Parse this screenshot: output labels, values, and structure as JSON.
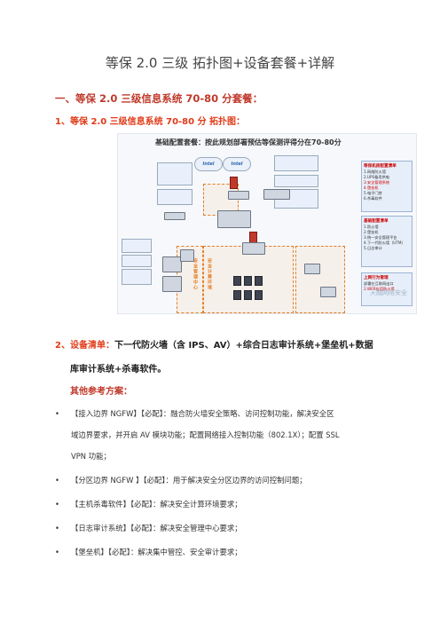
{
  "doc": {
    "title": "等保 2.0  三级  拓扑图+设备套餐+详解",
    "section1": "一、等保 2.0 三级信息系统  70-80  分套餐：",
    "section1_1": "1、等保 2.0  三级信息系统  70-80 分  拓扑图：",
    "section2_head": "2、设备清单：",
    "section2_rest": "下一代防火墙（含 IPS、AV）+综合日志审计系统+堡垒机+数据",
    "section2_cont": "库审计系统+杀毒软件。",
    "other_plans": "其他参考方案：",
    "bullets": [
      {
        "line1": "【接入边界 NGFW】【必配】：融合防火墙安全策略、访问控制功能，解决安全区",
        "line2": "域边界要求，并开启 AV 模块功能；配置网络接入控制功能（802.1X）；配置 SSL",
        "line3": "VPN 功能；"
      },
      {
        "line1": "【分区边界 NGFW 】【必配】：用于解决安全分区边界的访问控制问题；"
      },
      {
        "line1": "【主机杀毒软件】【必配】：解决安全计算环境要求；"
      },
      {
        "line1": "【日志审计系统】【必配】：解决安全管理中心要求；"
      },
      {
        "line1": "【堡垒机】【必配】：解决集中管控、安全审计要求；"
      }
    ]
  },
  "figure": {
    "title": "基础配置套餐：按此规划部署预估等保测评得分在70-80分",
    "panel1_title": "等保机房配置清单",
    "panel1_lines": [
      "1.网络防火墙",
      "2.UPS备用供电",
      "3.安全管理系统",
      "4.堡垒机",
      "5.电子门禁",
      "6.杀毒软件"
    ],
    "panel2_title": "基础配置清单",
    "panel2_lines": [
      "1.防火墙",
      "2.堡垒机",
      "3.统一安全管理平台",
      "4.下一代防火墙（UTM）",
      "5.日志审计"
    ],
    "panel3_title": "上网行为管理",
    "panel3_lines": [
      "部署在互联网出口",
      "2.WEB应用防火墙"
    ],
    "cloud_a": "Intel",
    "cloud_b": "Intel",
    "zone_a": "安全管理中心",
    "zone_b": "安全计算环境",
    "watermark": "天融网络安全"
  }
}
